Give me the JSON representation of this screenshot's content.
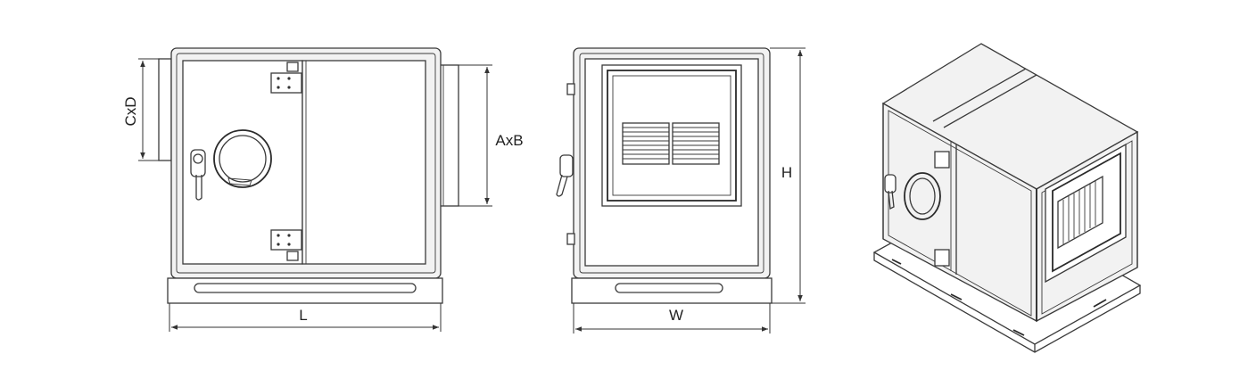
{
  "dimensions": {
    "c_x_d": "CxD",
    "a_x_b": "AxB",
    "length": "L",
    "width": "W",
    "height": "H"
  }
}
